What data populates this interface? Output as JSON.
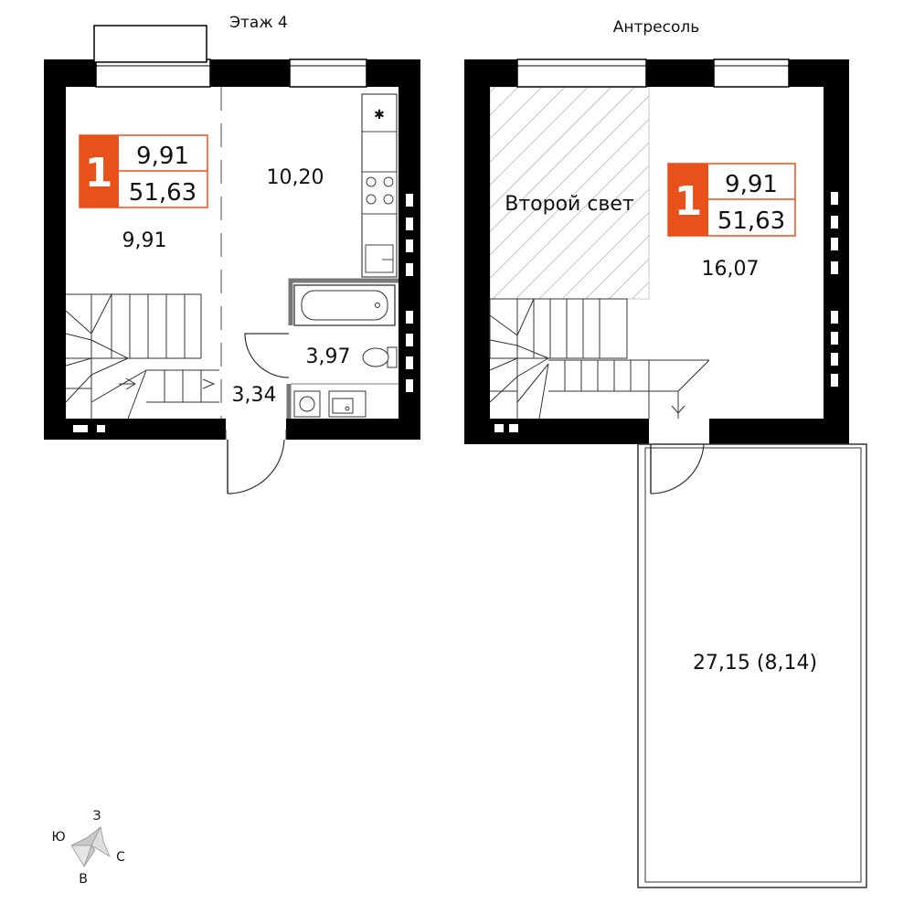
{
  "floors": {
    "left_title": "Этаж 4",
    "right_title": "Антресоль"
  },
  "badges": {
    "rooms": "1",
    "living_area": "9,91",
    "total_area": "51,63"
  },
  "rooms": {
    "living": "9,91",
    "kitchen": "10,20",
    "hall": "3,34",
    "bathroom": "3,97",
    "mezzanine": "16,07",
    "second_light": "Второй свет",
    "terrace": "27,15 (8,14)"
  },
  "compass": {
    "north": "З",
    "west": "Ю",
    "south": "С",
    "east": "В"
  },
  "colors": {
    "wall": "#000000",
    "badge_orange": "#E8511A",
    "line": "#555555"
  }
}
